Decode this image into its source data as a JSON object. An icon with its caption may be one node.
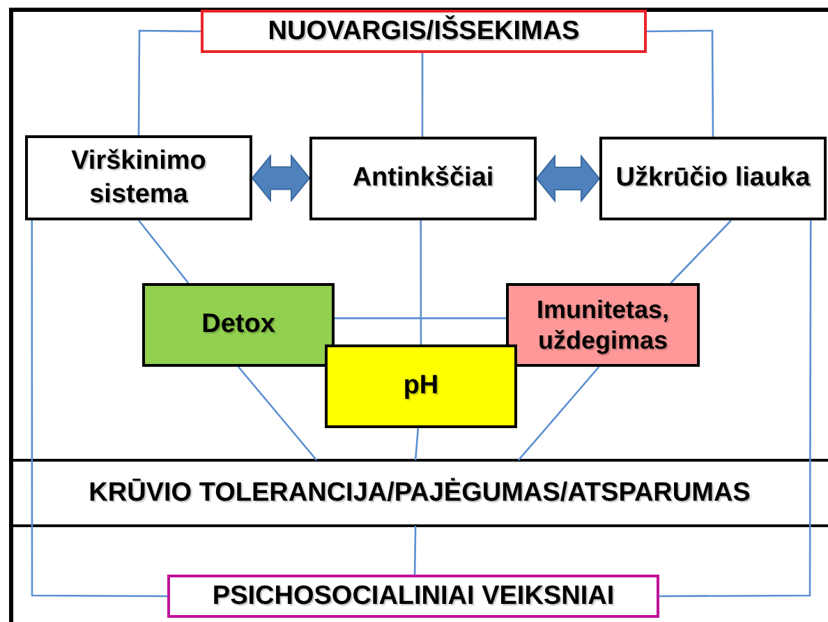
{
  "diagram": {
    "nodes": [
      {
        "text": [
          "NUOVARGIS/IŠSEKIMAS"
        ]
      },
      {
        "text": [
          "Virškinimo sistema"
        ]
      },
      {
        "text": [
          "Antinkščiai"
        ]
      },
      {
        "text": [
          "Užkrūčio liauka"
        ]
      },
      {
        "text": [
          "Detox"
        ]
      },
      {
        "text": [
          "Imunitetas, uždegimas"
        ]
      },
      {
        "text": [
          "pH"
        ]
      },
      {
        "text": [
          "KRŪVIO TOLERANCIJA/PAJĖGUMAS/ATSPARUMAS"
        ]
      },
      {
        "text": [
          "PSICHOSOCIALINIAI VEIKSNIAI"
        ]
      }
    ],
    "edges": [
      {
        "from": 0,
        "to": 1,
        "arrow": "none"
      },
      {
        "from": 0,
        "to": 2,
        "arrow": "none"
      },
      {
        "from": 0,
        "to": 3,
        "arrow": "none"
      },
      {
        "from": 1,
        "to": 2,
        "arrow": "both",
        "style": "thick"
      },
      {
        "from": 2,
        "to": 3,
        "arrow": "both",
        "style": "thick"
      },
      {
        "from": 1,
        "to": 8,
        "arrow": "none"
      },
      {
        "from": 3,
        "to": 8,
        "arrow": "none"
      },
      {
        "from": 1,
        "to": 4,
        "arrow": "none"
      },
      {
        "from": 2,
        "to": 6,
        "arrow": "none"
      },
      {
        "from": 3,
        "to": 5,
        "arrow": "none"
      },
      {
        "from": 4,
        "to": 5,
        "arrow": "none"
      },
      {
        "from": 4,
        "to": 7,
        "arrow": "none"
      },
      {
        "from": 6,
        "to": 7,
        "arrow": "none"
      },
      {
        "from": 5,
        "to": 7,
        "arrow": "none"
      },
      {
        "from": 7,
        "to": 8,
        "arrow": "none"
      }
    ]
  }
}
